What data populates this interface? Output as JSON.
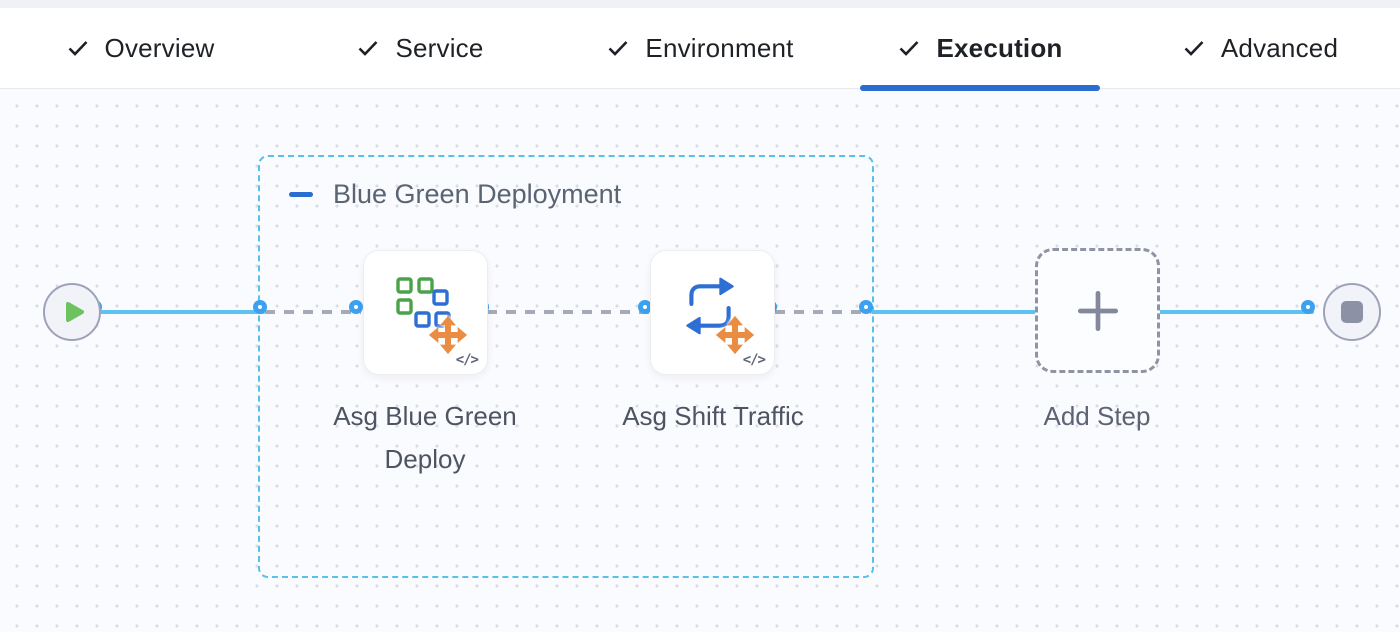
{
  "tabs": {
    "items": [
      {
        "label": "Overview"
      },
      {
        "label": "Service"
      },
      {
        "label": "Environment"
      },
      {
        "label": "Execution"
      },
      {
        "label": "Advanced"
      }
    ],
    "active": "Execution"
  },
  "pipeline": {
    "group": {
      "label": "Blue Green Deployment"
    },
    "steps": [
      {
        "name": "Asg Blue Green Deploy",
        "lines": [
          "Asg Blue Green",
          "Deploy"
        ],
        "icon": "asg-blue-green-deploy-icon",
        "badge": "</>"
      },
      {
        "name": "Asg Shift Traffic",
        "lines": [
          "Asg Shift Traffic"
        ],
        "icon": "shift-traffic-icon",
        "badge": "</>"
      }
    ],
    "add_step": {
      "label": "Add Step"
    }
  },
  "icons": {
    "start": "play-icon",
    "end": "stop-icon",
    "tab_check": "check-icon",
    "collapse": "minus-icon",
    "add": "plus-icon",
    "drag_handle": "move-arrows-icon",
    "code": "code-icon"
  },
  "colors": {
    "accent_blue": "#2B6CD1",
    "flow_line": "#5EC2F0",
    "connector_ring": "#3BA1F1",
    "group_border": "#58C1EA",
    "icon_orange": "#EB8C43",
    "icon_green": "#4AA24A",
    "icon_blue": "#2E6FD3"
  }
}
